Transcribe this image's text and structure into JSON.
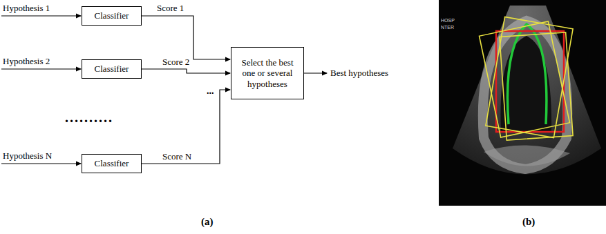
{
  "diagram": {
    "nodes": [
      {
        "text": [
          "Classifier"
        ]
      },
      {
        "text": [
          "Classifier"
        ]
      },
      {
        "text": [
          "Classifier"
        ]
      },
      {
        "text": [
          "Select the best one or several hypotheses"
        ]
      }
    ],
    "edges": [
      {
        "from": 0,
        "to": 3,
        "arrow": "to",
        "label": "Score 1"
      },
      {
        "from": 1,
        "to": 3,
        "arrow": "to",
        "label": "Score 2"
      },
      {
        "from": 2,
        "to": 3,
        "arrow": "to",
        "label": "Score N"
      }
    ],
    "labels": [
      "Hypothesis 1",
      "Hypothesis 2",
      "..........",
      "Hypothesis N",
      "...",
      "Best hypotheses",
      "(a)",
      "(b)",
      "HOSP",
      "NTER"
    ]
  }
}
